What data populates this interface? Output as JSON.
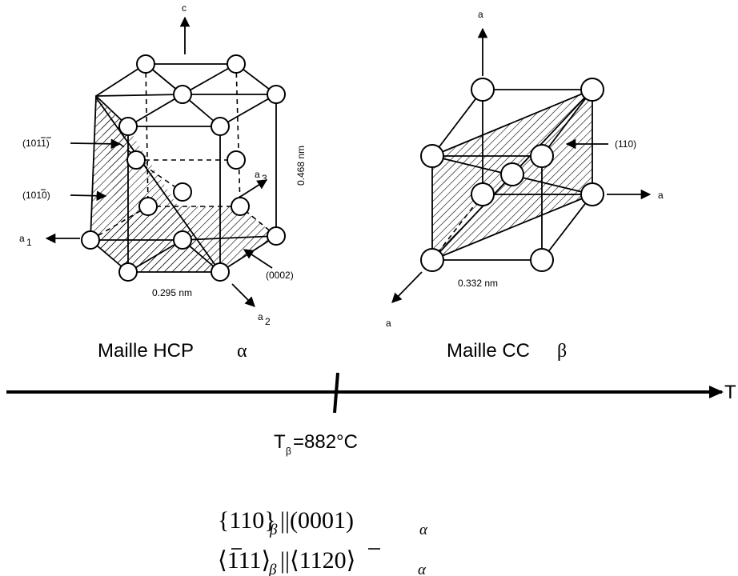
{
  "hcp": {
    "title": "Maille HCP",
    "title_symbol": "α",
    "axis_c": "c",
    "axis_a1": "a",
    "axis_a1_sub": "1",
    "axis_a2": "a",
    "axis_a2_sub": "2",
    "axis_a3": "a",
    "axis_a3_sub": "3",
    "plane_pyramidal": "(10\u00001\u00001)",
    "plane_pyramidal_text": "(1011)",
    "plane_prism_text": "(1010)",
    "plane_basal": "(0002)",
    "lattice_a": "0.295 nm",
    "lattice_c": "0.468 nm"
  },
  "bcc": {
    "title": "Maille CC",
    "title_symbol": "β",
    "axis_top": "a",
    "axis_right": "a",
    "axis_bottom": "a",
    "plane": "(110)",
    "lattice_a": "0.332 nm"
  },
  "temperature_axis": {
    "end_label": "T",
    "transus_label": "T",
    "transus_sub": "β",
    "transus_value": "=882°C"
  },
  "relations": {
    "plane_relation": {
      "left": "{110}",
      "left_sub": "β",
      "mid": "||(0001)",
      "right_sub": "α"
    },
    "direction_relation": {
      "left": "⟨111⟩",
      "left_sub": "β",
      "mid": "||⟨1120⟩",
      "right_sub": "α"
    }
  },
  "colors": {
    "ink": "#000000",
    "background": "#ffffff"
  }
}
